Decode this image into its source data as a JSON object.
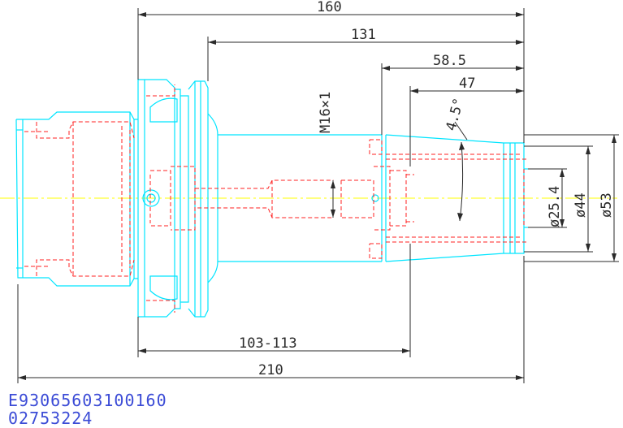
{
  "drawing": {
    "dimensions": {
      "overall_160": "160",
      "length_131": "131",
      "length_58_5": "58.5",
      "length_47": "47",
      "thread": "M16×1",
      "angle": "4.5°",
      "dia_25_4": "ø25.4",
      "dia_44": "ø44",
      "dia_53": "ø53",
      "range_103_113": "103-113",
      "total_210": "210"
    },
    "codes": {
      "line1": "E93065603100160",
      "line2": "02753224"
    },
    "colors": {
      "outline": "#00ffff",
      "hidden": "#ff0000",
      "center": "#ffff00",
      "dimension": "#2a2a2a",
      "code_text": "#3b4bd6"
    }
  }
}
